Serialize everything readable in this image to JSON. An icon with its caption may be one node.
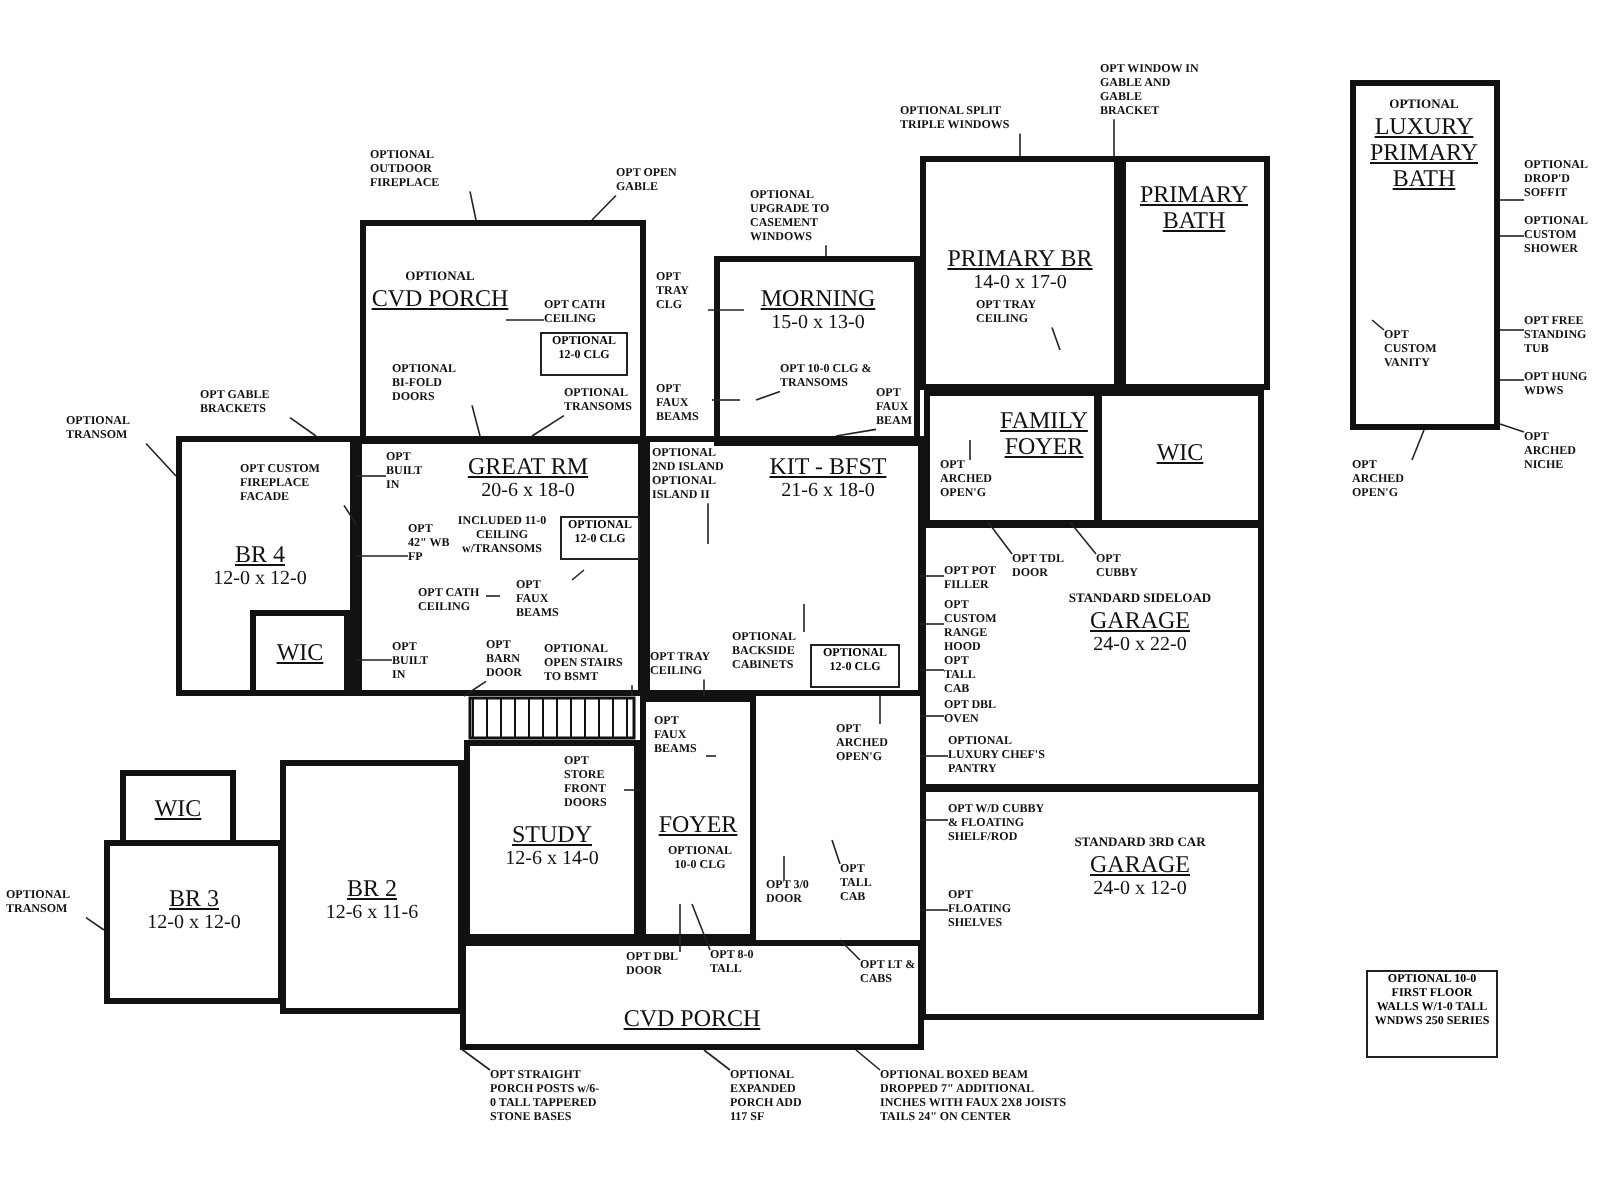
{
  "diagram": {
    "nodes": [
      {
        "text": [
          "OPTIONAL",
          "CVD PORCH"
        ]
      },
      {
        "text": [
          "MORNING",
          "15-0 x 13-0"
        ]
      },
      {
        "text": [
          "PRIMARY BR",
          "14-0 x 17-0"
        ]
      },
      {
        "text": [
          "PRIMARY BATH"
        ]
      },
      {
        "text": [
          "OPTIONAL",
          "LUXURY PRIMARY BATH"
        ]
      },
      {
        "text": [
          "BR 4",
          "12-0 x 12-0"
        ]
      },
      {
        "text": [
          "GREAT RM",
          "20-6 x 18-0"
        ]
      },
      {
        "text": [
          "KIT - BFST",
          "21-6 x 18-0"
        ]
      },
      {
        "text": [
          "FAMILY FOYER"
        ]
      },
      {
        "text": [
          "WIC"
        ]
      },
      {
        "text": [
          "WIC"
        ],
        "in": 5
      },
      {
        "text": [
          "STANDARD SIDELOAD",
          "GARAGE",
          "24-0 x 22-0"
        ]
      },
      {
        "text": [
          "STANDARD 3RD CAR",
          "GARAGE",
          "24-0 x 12-0"
        ]
      },
      {
        "text": [
          "STUDY",
          "12-6 x 14-0"
        ]
      },
      {
        "text": [
          "FOYER"
        ]
      },
      {
        "text": [
          "WIC"
        ]
      },
      {
        "text": [
          "BR 3",
          "12-0 x 12-0"
        ]
      },
      {
        "text": [
          "BR 2",
          "12-6 x 11-6"
        ]
      },
      {
        "text": [
          "CVD PORCH"
        ]
      },
      {
        "text": [
          "OPTIONAL 12-0 CLG"
        ],
        "in": 0
      },
      {
        "text": [
          "OPTIONAL 12-0 CLG"
        ],
        "in": 6
      },
      {
        "text": [
          "OPTIONAL 12-0 CLG"
        ],
        "in": 7
      },
      {
        "text": [
          "OPTIONAL 10-0 FIRST FLOOR WALLS W/1-0 TALL WNDWS 250 SERIES"
        ]
      },
      {
        "text": [
          "OPTIONAL OUTDOOR FIREPLACE"
        ]
      },
      {
        "text": [
          "OPT OPEN GABLE"
        ]
      },
      {
        "text": [
          "OPTIONAL UPGRADE TO CASEMENT WINDOWS"
        ]
      },
      {
        "text": [
          "OPTIONAL SPLIT TRIPLE WINDOWS"
        ]
      },
      {
        "text": [
          "OPT WINDOW IN GABLE AND GABLE BRACKET"
        ]
      },
      {
        "text": [
          "OPTIONAL DROP'D SOFFIT"
        ]
      },
      {
        "text": [
          "OPTIONAL CUSTOM SHOWER"
        ]
      },
      {
        "text": [
          "OPT FREE STANDING TUB"
        ]
      },
      {
        "text": [
          "OPT HUNG WDWS"
        ]
      },
      {
        "text": [
          "OPT ARCHED NICHE"
        ]
      },
      {
        "text": [
          "OPT CUSTOM VANITY"
        ],
        "in": 4
      },
      {
        "text": [
          "OPT ARCHED OPEN'G"
        ]
      },
      {
        "text": [
          "OPT CATH CEILING"
        ],
        "in": 0
      },
      {
        "text": [
          "OPTIONAL BI-FOLD DOORS"
        ],
        "in": 0
      },
      {
        "text": [
          "OPTIONAL TRANSOMS"
        ],
        "in": 0
      },
      {
        "text": [
          "OPT TRAY CLG"
        ]
      },
      {
        "text": [
          "OPT FAUX BEAMS"
        ]
      },
      {
        "text": [
          "OPT 10-0 CLG & TRANSOMS"
        ],
        "in": 1
      },
      {
        "text": [
          "OPT FAUX BEAM"
        ],
        "in": 1
      },
      {
        "text": [
          "OPT TRAY CEILING"
        ],
        "in": 2
      },
      {
        "text": [
          "OPT GABLE BRACKETS"
        ]
      },
      {
        "text": [
          "OPTIONAL TRANSOM"
        ]
      },
      {
        "text": [
          "OPT CUSTOM FIREPLACE FACADE"
        ],
        "in": 5
      },
      {
        "text": [
          "OPT BUILT IN"
        ],
        "in": 6
      },
      {
        "text": [
          "OPT 42\" WB FP"
        ],
        "in": 6
      },
      {
        "text": [
          "OPT CATH CEILING"
        ],
        "in": 6
      },
      {
        "text": [
          "OPT FAUX BEAMS"
        ],
        "in": 6
      },
      {
        "text": [
          "OPT BUILT IN"
        ],
        "in": 6
      },
      {
        "text": [
          "OPT BARN DOOR"
        ],
        "in": 6
      },
      {
        "text": [
          "OPTIONAL OPEN STAIRS TO BSMT"
        ],
        "in": 6
      },
      {
        "text": [
          "OPTIONAL 2ND ISLAND OPTIONAL ISLAND II"
        ],
        "in": 7
      },
      {
        "text": [
          "OPTIONAL BACKSIDE CABINETS"
        ],
        "in": 7
      },
      {
        "text": [
          "OPT ARCHED OPEN'G"
        ],
        "in": 8
      },
      {
        "text": [
          "OPT TDL DOOR"
        ],
        "in": 11
      },
      {
        "text": [
          "OPT CUBBY"
        ],
        "in": 11
      },
      {
        "text": [
          "OPT POT FILLER"
        ],
        "in": 11
      },
      {
        "text": [
          "OPT CUSTOM RANGE HOOD"
        ],
        "in": 11
      },
      {
        "text": [
          "OPT TALL CAB"
        ],
        "in": 11
      },
      {
        "text": [
          "OPT DBL OVEN"
        ],
        "in": 11
      },
      {
        "text": [
          "OPTIONAL LUXURY CHEF'S PANTRY"
        ],
        "in": 11
      },
      {
        "text": [
          "OPT W/D CUBBY & FLOATING SHELF/ROD"
        ],
        "in": 12
      },
      {
        "text": [
          "OPT FLOATING SHELVES"
        ],
        "in": 12
      },
      {
        "text": [
          "OPT TRAY CEILING"
        ],
        "in": 7
      },
      {
        "text": [
          "OPT FAUX BEAMS"
        ],
        "in": 14
      },
      {
        "text": [
          "OPT ARCHED OPEN'G"
        ]
      },
      {
        "text": [
          "OPT STORE FRONT DOORS"
        ],
        "in": 13
      },
      {
        "text": [
          "OPT 3/0 DOOR"
        ]
      },
      {
        "text": [
          "OPT TALL CAB"
        ]
      },
      {
        "text": [
          "OPT DBL DOOR"
        ],
        "in": 18
      },
      {
        "text": [
          "OPT 8-0 TALL"
        ],
        "in": 18
      },
      {
        "text": [
          "OPT LT & CABS"
        ],
        "in": 18
      },
      {
        "text": [
          "OPTIONAL TRANSOM"
        ]
      },
      {
        "text": [
          "OPT STRAIGHT PORCH POSTS w/6-0 TALL TAPPERED STONE BASES"
        ]
      },
      {
        "text": [
          "OPTIONAL EXPANDED PORCH ADD 117 SF"
        ]
      },
      {
        "text": [
          "OPTIONAL BOXED BEAM DROPPED 7\" ADDITIONAL INCHES WITH FAUX 2X8 JOISTS TAILS 24\" ON CENTER"
        ]
      }
    ],
    "edges": [
      {
        "from": 23,
        "to": 0,
        "arrow": "none"
      },
      {
        "from": 24,
        "to": 0,
        "arrow": "none"
      },
      {
        "from": 25,
        "to": 1,
        "arrow": "none"
      },
      {
        "from": 26,
        "to": 2,
        "arrow": "none"
      },
      {
        "from": 27,
        "to": 2,
        "arrow": "none"
      },
      {
        "from": 28,
        "to": 4,
        "arrow": "none"
      },
      {
        "from": 29,
        "to": 4,
        "arrow": "none"
      },
      {
        "from": 30,
        "to": 4,
        "arrow": "none"
      },
      {
        "from": 31,
        "to": 4,
        "arrow": "none"
      },
      {
        "from": 32,
        "to": 4,
        "arrow": "none"
      },
      {
        "from": 33,
        "to": null,
        "arrow": "none"
      },
      {
        "from": 34,
        "to": 4,
        "arrow": "none"
      },
      {
        "from": 35,
        "to": null,
        "arrow": "none"
      },
      {
        "from": 36,
        "to": 6,
        "arrow": "none"
      },
      {
        "from": 37,
        "to": 6,
        "arrow": "none"
      },
      {
        "from": 38,
        "to": null,
        "arrow": "none"
      },
      {
        "from": 39,
        "to": null,
        "arrow": "none"
      },
      {
        "from": 40,
        "to": null,
        "arrow": "none"
      },
      {
        "from": 41,
        "to": 7,
        "arrow": "none"
      },
      {
        "from": 42,
        "to": null,
        "arrow": "none"
      },
      {
        "from": 43,
        "to": 5,
        "arrow": "none"
      },
      {
        "from": 44,
        "to": 5,
        "arrow": "none"
      },
      {
        "from": 45,
        "to": 5,
        "arrow": "none"
      },
      {
        "from": 46,
        "to": 6,
        "arrow": "none"
      },
      {
        "from": 47,
        "to": 6,
        "arrow": "none"
      },
      {
        "from": 48,
        "to": null,
        "arrow": "none"
      },
      {
        "from": 49,
        "to": null,
        "arrow": "none"
      },
      {
        "from": 50,
        "to": 6,
        "arrow": "none"
      },
      {
        "from": 51,
        "to": 6,
        "arrow": "none"
      },
      {
        "from": 52,
        "to": 6,
        "arrow": "none"
      },
      {
        "from": 53,
        "to": null,
        "arrow": "none"
      },
      {
        "from": 54,
        "to": null,
        "arrow": "none"
      },
      {
        "from": 55,
        "to": null,
        "arrow": "none"
      },
      {
        "from": 56,
        "to": 11,
        "arrow": "none"
      },
      {
        "from": 57,
        "to": 11,
        "arrow": "none"
      },
      {
        "from": 58,
        "to": 11,
        "arrow": "none"
      },
      {
        "from": 59,
        "to": 11,
        "arrow": "none"
      },
      {
        "from": 60,
        "to": 11,
        "arrow": "none"
      },
      {
        "from": 61,
        "to": 11,
        "arrow": "none"
      },
      {
        "from": 62,
        "to": 11,
        "arrow": "none"
      },
      {
        "from": 63,
        "to": 12,
        "arrow": "none"
      },
      {
        "from": 64,
        "to": 12,
        "arrow": "none"
      },
      {
        "from": 65,
        "to": 14,
        "arrow": "none"
      },
      {
        "from": 66,
        "to": null,
        "arrow": "none"
      },
      {
        "from": 67,
        "to": 7,
        "arrow": "none"
      },
      {
        "from": 68,
        "to": 13,
        "arrow": "none"
      },
      {
        "from": 69,
        "to": null,
        "arrow": "none"
      },
      {
        "from": 70,
        "to": null,
        "arrow": "none"
      },
      {
        "from": 71,
        "to": null,
        "arrow": "none"
      },
      {
        "from": 72,
        "to": null,
        "arrow": "none"
      },
      {
        "from": 73,
        "to": 18,
        "arrow": "none"
      },
      {
        "from": 74,
        "to": 16,
        "arrow": "none"
      },
      {
        "from": 75,
        "to": 18,
        "arrow": "none"
      },
      {
        "from": 76,
        "to": 18,
        "arrow": "none"
      },
      {
        "from": 77,
        "to": 18,
        "arrow": "none"
      }
    ],
    "labels": [
      "INCLUDED 11-0 CEILING w/TRANSOMS",
      "OPTIONAL 10-0 CLG"
    ]
  }
}
